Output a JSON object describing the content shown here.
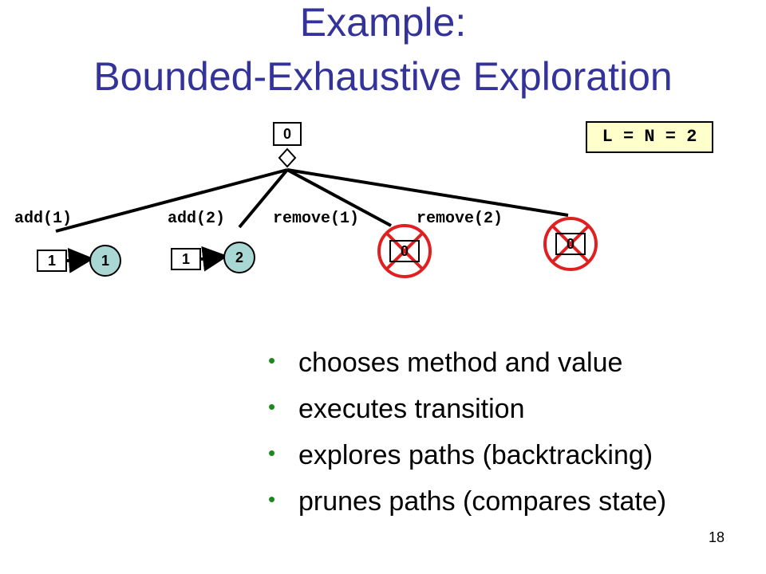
{
  "slide": {
    "title_line1": "Example:",
    "title_line2": "Bounded-Exhaustive Exploration",
    "parameter_label": "L = N = 2",
    "page_number": "18",
    "colors": {
      "title": "#333399",
      "bullet": "#1a8a1a",
      "prune_mark": "#e02020",
      "node_fill": "#a9d7d3",
      "param_fill": "#ffffcc"
    }
  },
  "tree": {
    "root_state": "0",
    "root_marker": "diamond-icon",
    "branches": [
      {
        "operation": "add(1)",
        "state_box": "1",
        "state_node": "1",
        "pruned": false
      },
      {
        "operation": "add(2)",
        "state_box": "1",
        "state_node": "2",
        "pruned": false
      },
      {
        "operation": "remove(1)",
        "state_box": "0",
        "pruned": true
      },
      {
        "operation": "remove(2)",
        "state_box": "0",
        "pruned": true
      }
    ]
  },
  "bullets": [
    "chooses method and value",
    "executes transition",
    "explores paths (backtracking)",
    "prunes paths (compares state)"
  ]
}
